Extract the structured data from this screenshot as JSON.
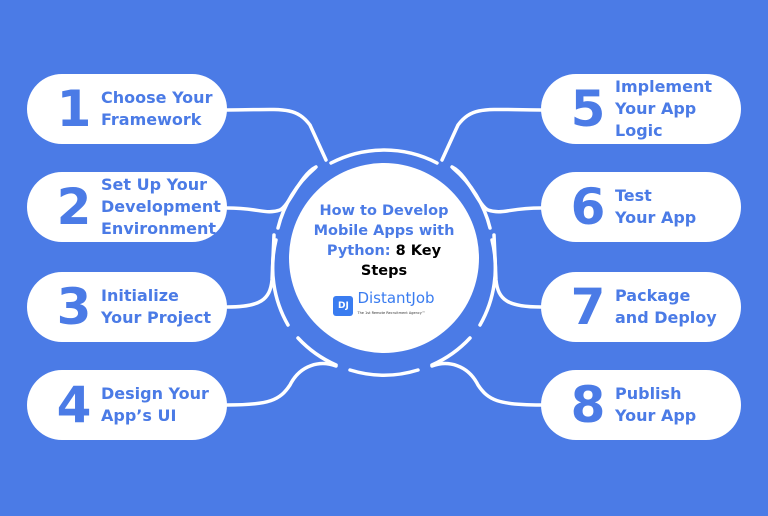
{
  "colors": {
    "background": "#4b7be6",
    "accent": "#4b7be6",
    "card": "#ffffff"
  },
  "center": {
    "title_blue": "How to Develop Mobile Apps with Python:",
    "title_black": " 8 Key Steps",
    "logo": {
      "mark": "DJ",
      "name": "DistantJob",
      "tagline": "The 1st Remote Recruitment Agency™"
    }
  },
  "steps": [
    {
      "number": "1",
      "label": "Choose Your\nFramework"
    },
    {
      "number": "2",
      "label": "Set Up Your\nDevelopment\nEnvironment"
    },
    {
      "number": "3",
      "label": "Initialize\nYour Project"
    },
    {
      "number": "4",
      "label": "Design Your\nApp’s UI"
    },
    {
      "number": "5",
      "label": "Implement\nYour App\nLogic"
    },
    {
      "number": "6",
      "label": "Test\nYour App"
    },
    {
      "number": "7",
      "label": "Package\nand Deploy"
    },
    {
      "number": "8",
      "label": "Publish\nYour App"
    }
  ]
}
